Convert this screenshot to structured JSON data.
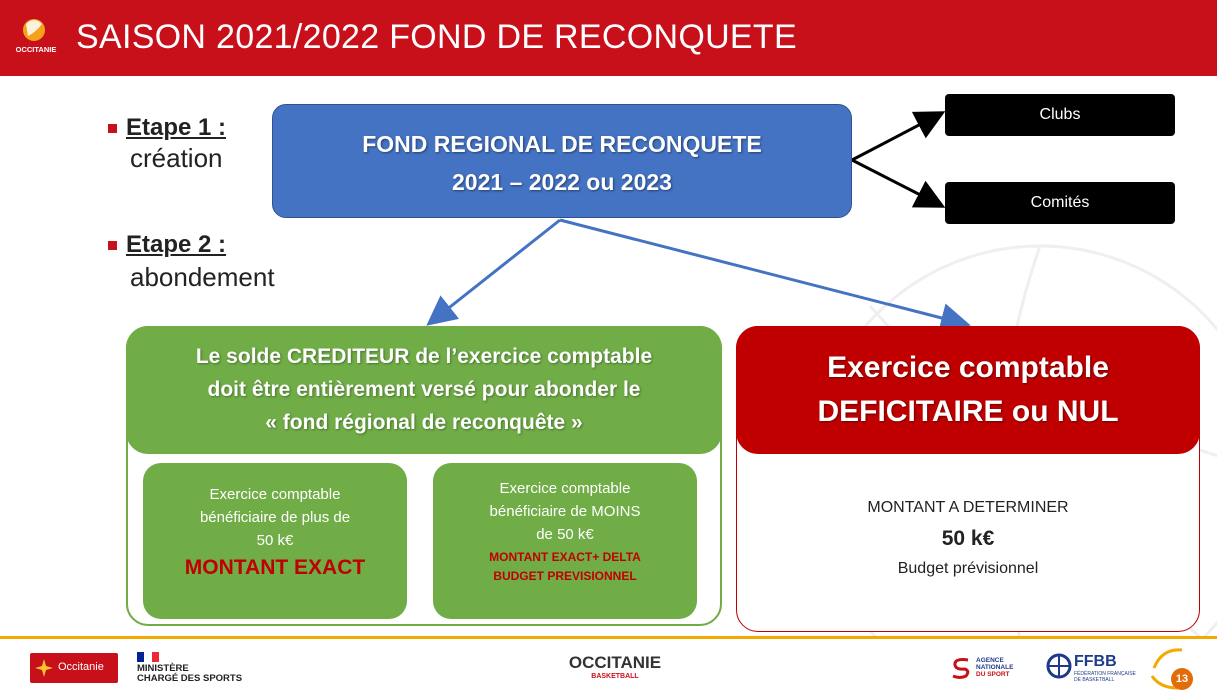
{
  "header": {
    "title": "SAISON 2021/2022 FOND DE RECONQUETE",
    "logo_text": "OCCITANIE",
    "colors": {
      "bar": "#c8101a",
      "title": "#ffffff"
    }
  },
  "steps": [
    {
      "label": "Etape 1 :",
      "subtitle": "création"
    },
    {
      "label": "Etape 2 :",
      "subtitle": "abondement"
    }
  ],
  "main_box": {
    "line1": "FOND REGIONAL DE RECONQUETE",
    "line2": "2021 – 2022 ou 2023",
    "color": "#4473c4"
  },
  "targets": [
    {
      "label": "Clubs"
    },
    {
      "label": "Comités"
    }
  ],
  "left_panel": {
    "header_lines": [
      "Le solde CREDITEUR de l’exercice comptable",
      "doit être entièrement versé pour abonder le",
      "« fond régional de reconquête »"
    ],
    "boxes": [
      {
        "lines": [
          "Exercice comptable",
          "bénéficiaire de plus de",
          "50 k€"
        ],
        "emphasis": [
          "MONTANT EXACT"
        ]
      },
      {
        "lines": [
          "Exercice comptable",
          "bénéficiaire de MOINS",
          "de 50 k€"
        ],
        "emphasis": [
          "MONTANT EXACT+ DELTA",
          "BUDGET PREVISIONNEL"
        ]
      }
    ],
    "color": "#70ad47"
  },
  "right_panel": {
    "header_lines": [
      "Exercice comptable",
      "DEFICITAIRE ou NUL"
    ],
    "amount_label": "MONTANT A DETERMINER",
    "amount": "50 k€",
    "note": "Budget prévisionnel",
    "color": "#c00000"
  },
  "footer": {
    "region_logo": "Occitanie",
    "ministry_line1": "MINISTÈRE",
    "ministry_line2": "CHARGÉ DES SPORTS",
    "center_logo_main": "OCCITANIE",
    "center_logo_sub": "BASKETBALL",
    "agency_line1": "AGENCE",
    "agency_line2": "NATIONALE",
    "agency_line3": "DU SPORT",
    "ffbb": "FFBB",
    "ffbb_sub1": "FÉDÉRATION FRANÇAISE",
    "ffbb_sub2": "DE BASKETBALL",
    "page_number": "13",
    "accent": "#f2a900"
  }
}
